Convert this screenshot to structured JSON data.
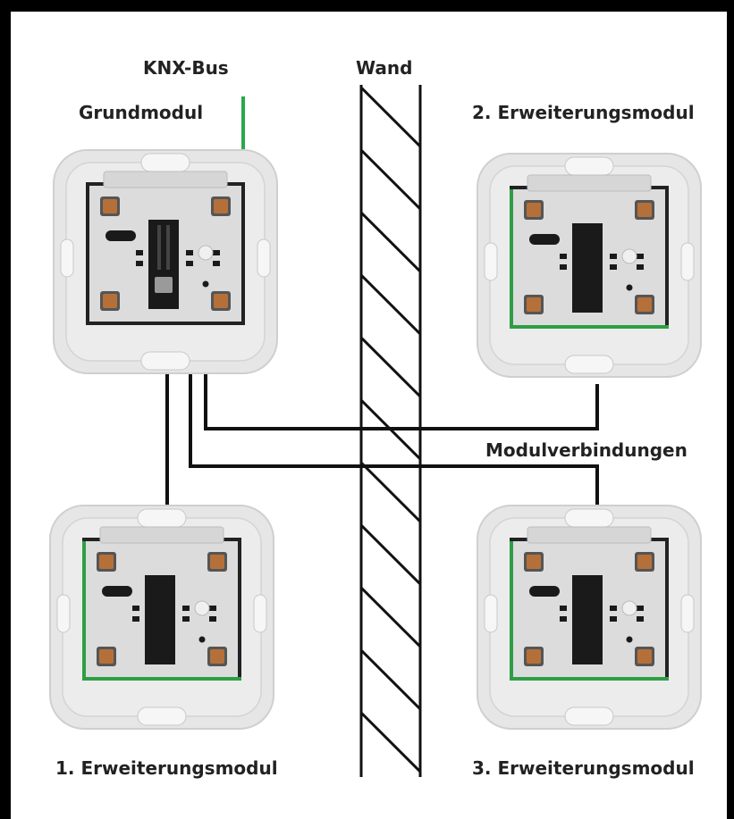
{
  "labels": {
    "knx_bus": "KNX-Bus",
    "wall": "Wand",
    "base_module": "Grundmodul",
    "extension_2": "2. Erweiterungsmodul",
    "module_connections": "Modulverbindungen",
    "extension_1": "1. Erweiterungsmodul",
    "extension_3": "3. Erweiterungsmodul"
  },
  "colors": {
    "background_frame": "#000000",
    "panel": "#ffffff",
    "bus_line": "#2aa84a",
    "cable": "#111111",
    "module_plate": "#e4e4e4",
    "button_contact": "#b5703a",
    "extension_accent": "#2e9e45"
  }
}
